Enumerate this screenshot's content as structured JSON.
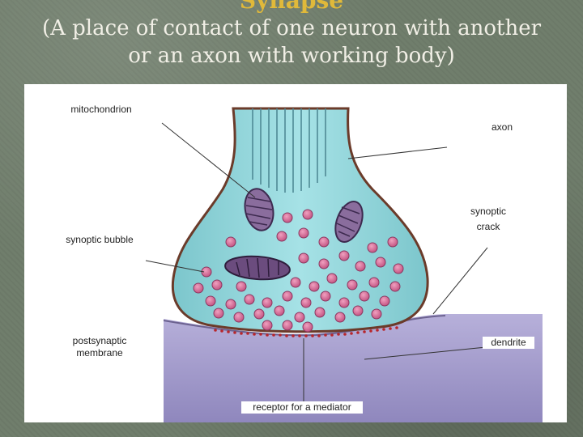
{
  "slide": {
    "title": "Synapse",
    "subtitle_line1": "(A place of contact of one neuron with another",
    "subtitle_line2": "or an axon with working body)"
  },
  "diagram": {
    "labels": {
      "mitochondrion": "mitochondrion",
      "axon": "axon",
      "synoptic_crack_line1": "synoptic",
      "synoptic_crack_line2": "crack",
      "synoptic_bubble": "synoptic bubble",
      "postsynaptic_line1": "postsynaptic",
      "postsynaptic_line2": "membrane",
      "dendrite": "dendrite",
      "receptor": "receptor for a mediator"
    },
    "colors": {
      "terminal_fill": "#8fd3d9",
      "terminal_outline": "#6b3b2a",
      "dendrite_fill": "#a9a2cf",
      "vesicle_fill": "#d36a92",
      "mitochondrion_fill": "#8a6d9d",
      "receptor_dots": "#b8262c",
      "microtubules": "#4f8a95"
    }
  }
}
